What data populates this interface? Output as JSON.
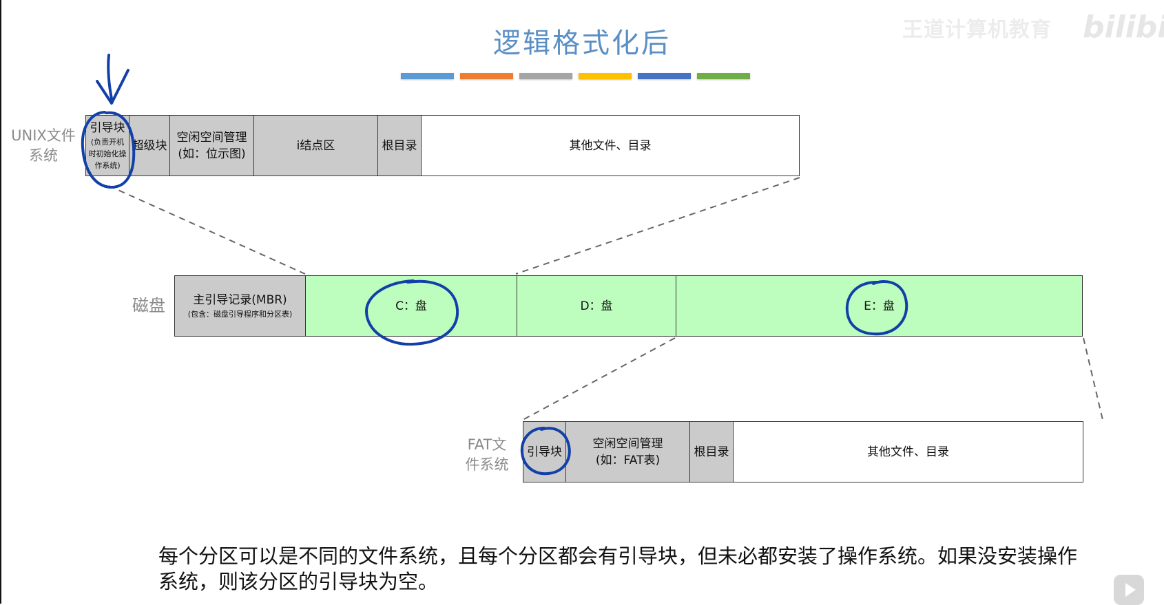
{
  "title": "逻辑格式化后",
  "title_bar_colors": [
    "#5b9bd5",
    "#ed7d31",
    "#a5a5a5",
    "#ffc000",
    "#4472c4",
    "#70ad47"
  ],
  "watermark": "王道计算机教育",
  "watermark_logo": "bilibili",
  "unix": {
    "label": "UNIX文件\n系统",
    "cells": [
      {
        "text": "引导块",
        "sub": "(负责开机\n时初始化操\n作系统)"
      },
      {
        "text": "超级块"
      },
      {
        "text": "空闲空间管理\n(如：位示图)"
      },
      {
        "text": "i结点区"
      },
      {
        "text": "根目录"
      },
      {
        "text": "其他文件、目录"
      }
    ]
  },
  "disk": {
    "label": "磁盘",
    "cells": [
      {
        "text": "主引导记录(MBR)",
        "sub": "(包含：磁盘引导程序和分区表)"
      },
      {
        "text": "C：盘"
      },
      {
        "text": "D：盘"
      },
      {
        "text": "E：盘"
      }
    ]
  },
  "fat": {
    "label": "FAT文\n件系统",
    "cells": [
      {
        "text": "引导块"
      },
      {
        "text": "空闲空间管理\n(如：FAT表)"
      },
      {
        "text": "根目录"
      },
      {
        "text": "其他文件、目录"
      }
    ]
  },
  "caption": "每个分区可以是不同的文件系统，且每个分区都会有引导块，但未必都安装了操作系统。如果没安装操作系统，则该分区的引导块为空。",
  "colors": {
    "fill_gray": "#cbcbcb",
    "fill_green": "#bdfdbd",
    "annotation_ink": "#1240a8",
    "title": "#5a8fc4"
  }
}
